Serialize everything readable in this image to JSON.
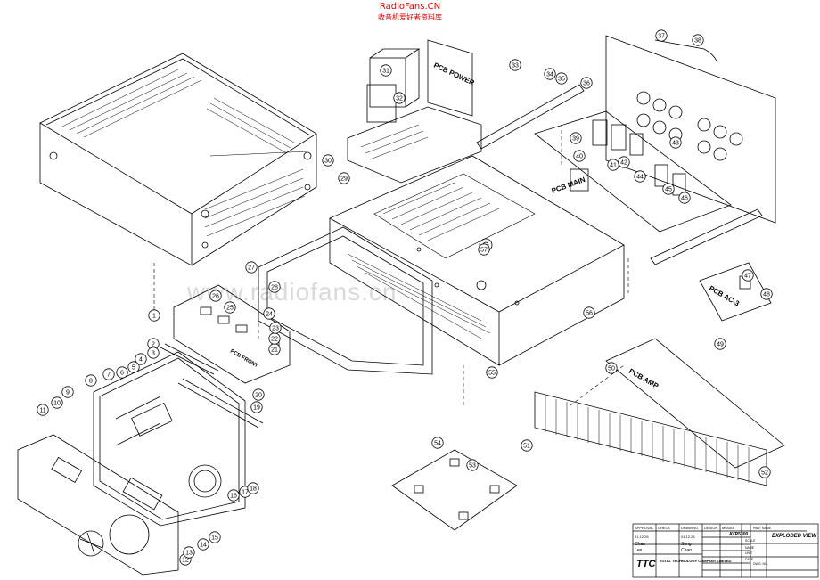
{
  "header": {
    "site": "RadioFans.CN",
    "subtitle": "收音机爱好者资料库"
  },
  "watermark": "www.radiofans.cn",
  "part_numbers": [
    "1",
    "2",
    "3",
    "4",
    "5",
    "6",
    "7",
    "8",
    "9",
    "10",
    "11",
    "12",
    "13",
    "14",
    "15",
    "16",
    "17",
    "18",
    "19",
    "20",
    "21",
    "22",
    "23",
    "24",
    "25",
    "26",
    "27",
    "28",
    "29",
    "30",
    "31",
    "32",
    "33",
    "34",
    "35",
    "36",
    "37",
    "38",
    "39",
    "40",
    "41",
    "42",
    "43",
    "44",
    "45",
    "46",
    "47",
    "48",
    "49",
    "50",
    "51",
    "52",
    "53",
    "54",
    "55",
    "56",
    "57"
  ],
  "pcb_labels": {
    "power": "PCB POWER",
    "main": "PCB MAIN",
    "amp": "PCB AMP",
    "ac": "PCB AC-3",
    "front": "PCB FRONT"
  },
  "title_block": {
    "headers": [
      "APPROVAL",
      "CHECK",
      "DRAWING",
      "DESIGN",
      "MODEL"
    ],
    "model": "AVR5300",
    "drawing_title": "EXPLODED VIEW",
    "company": "TOTAL TECHNOLOGY COMPANY LIMITED",
    "logo": "TTC",
    "dates": [
      "01.12.26",
      "01.12.26"
    ],
    "signatures": [
      "Chan",
      "Lee",
      "Song",
      "Chan"
    ],
    "labels": [
      "SCALE",
      "NAME",
      "UNIT",
      "DATE",
      "PART NAME",
      "DWG. NO."
    ]
  }
}
